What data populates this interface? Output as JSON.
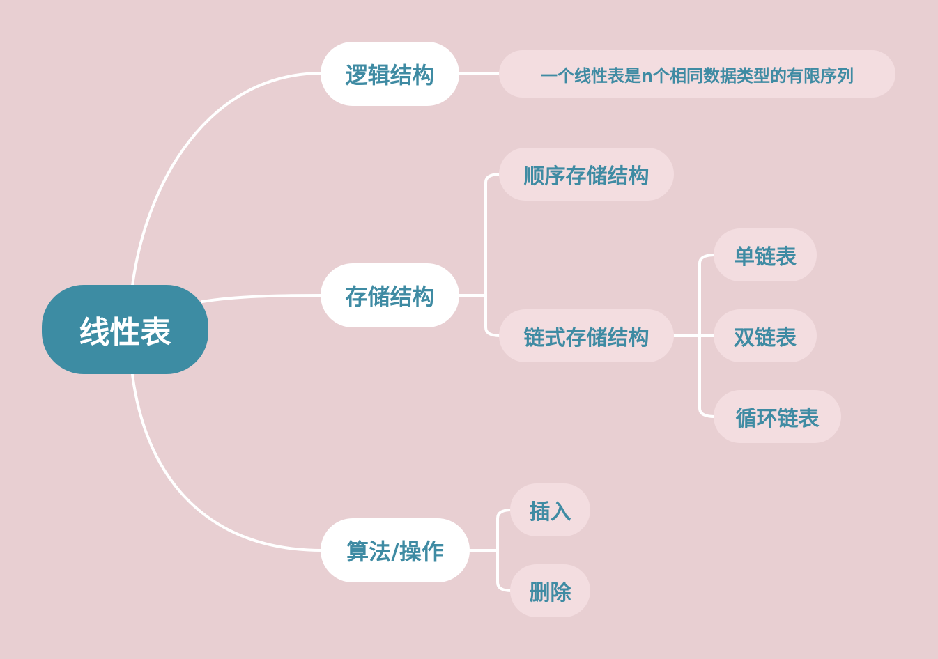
{
  "colors": {
    "background": "#e8cfd2",
    "root_fill": "#3d8ca3",
    "text": "#3f8ba3",
    "primary_fill": "#ffffff",
    "secondary_fill": "#f3dde0",
    "connector": "#ffffff"
  },
  "mindmap": {
    "root": "线性表",
    "branches": [
      {
        "label": "逻辑结构",
        "children": [
          {
            "label": "一个线性表是n个相同数据类型的有限序列"
          }
        ]
      },
      {
        "label": "存储结构",
        "children": [
          {
            "label": "顺序存储结构"
          },
          {
            "label": "链式存储结构",
            "children": [
              {
                "label": "单链表"
              },
              {
                "label": "双链表"
              },
              {
                "label": "循环链表"
              }
            ]
          }
        ]
      },
      {
        "label": "算法/操作",
        "children": [
          {
            "label": "插入"
          },
          {
            "label": "删除"
          }
        ]
      }
    ]
  }
}
